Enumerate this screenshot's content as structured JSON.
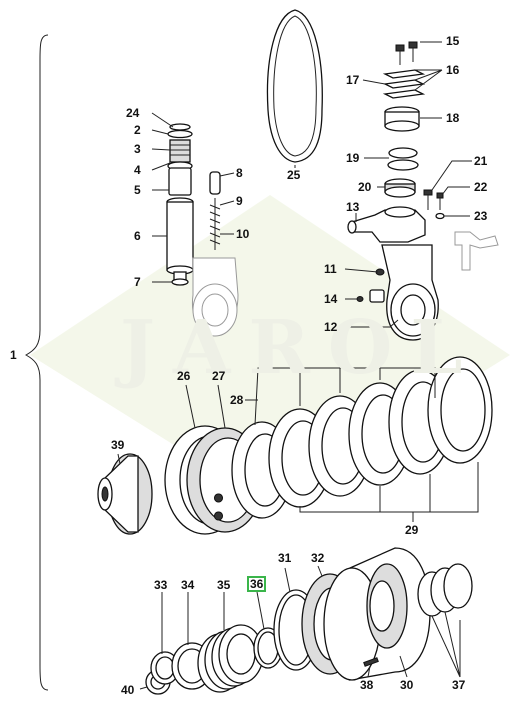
{
  "watermark": "JAROL",
  "labels": {
    "l1": "1",
    "l2": "2",
    "l3": "3",
    "l4": "4",
    "l5": "5",
    "l6": "6",
    "l7": "7",
    "l8": "8",
    "l9": "9",
    "l10": "10",
    "l11": "11",
    "l12": "12",
    "l13": "13",
    "l14": "14",
    "l15": "15",
    "l16": "16",
    "l17": "17",
    "l18": "18",
    "l19": "19",
    "l20": "20",
    "l21": "21",
    "l22": "22",
    "l23": "23",
    "l24": "24",
    "l25": "25",
    "l26": "26",
    "l27": "27",
    "l28": "28",
    "l29": "29",
    "l30": "30",
    "l31": "31",
    "l32": "32",
    "l33": "33",
    "l34": "34",
    "l35": "35",
    "l36": "36",
    "l37": "37",
    "l38": "38",
    "l39": "39",
    "l40": "40"
  },
  "highlight": {
    "label": "l36",
    "color": "#3ab54a"
  }
}
